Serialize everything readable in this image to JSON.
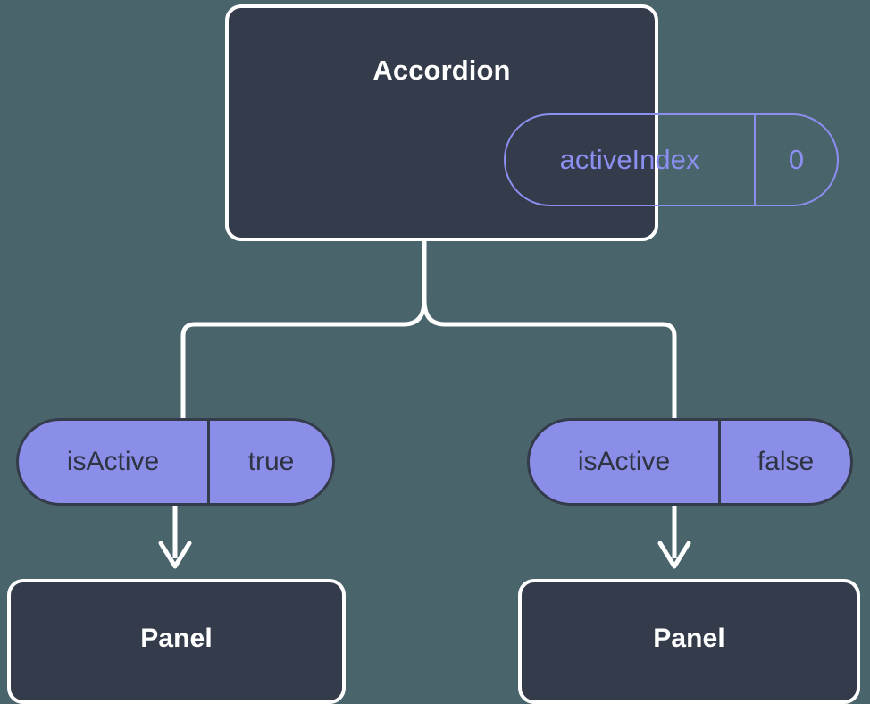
{
  "diagram": {
    "type": "component-tree",
    "background_color": "#4a646b",
    "card_fill": "#343b4a",
    "card_border": "#ffffff",
    "pill_accent": "#8b8ff0",
    "pill_fill": "#8a8ee8",
    "connector_color": "#ffffff"
  },
  "root": {
    "title": "Accordion",
    "prop": {
      "key": "activeIndex",
      "value": "0"
    }
  },
  "branches": [
    {
      "prop": {
        "key": "isActive",
        "value": "true"
      },
      "child": {
        "title": "Panel"
      }
    },
    {
      "prop": {
        "key": "isActive",
        "value": "false"
      },
      "child": {
        "title": "Panel"
      }
    }
  ]
}
